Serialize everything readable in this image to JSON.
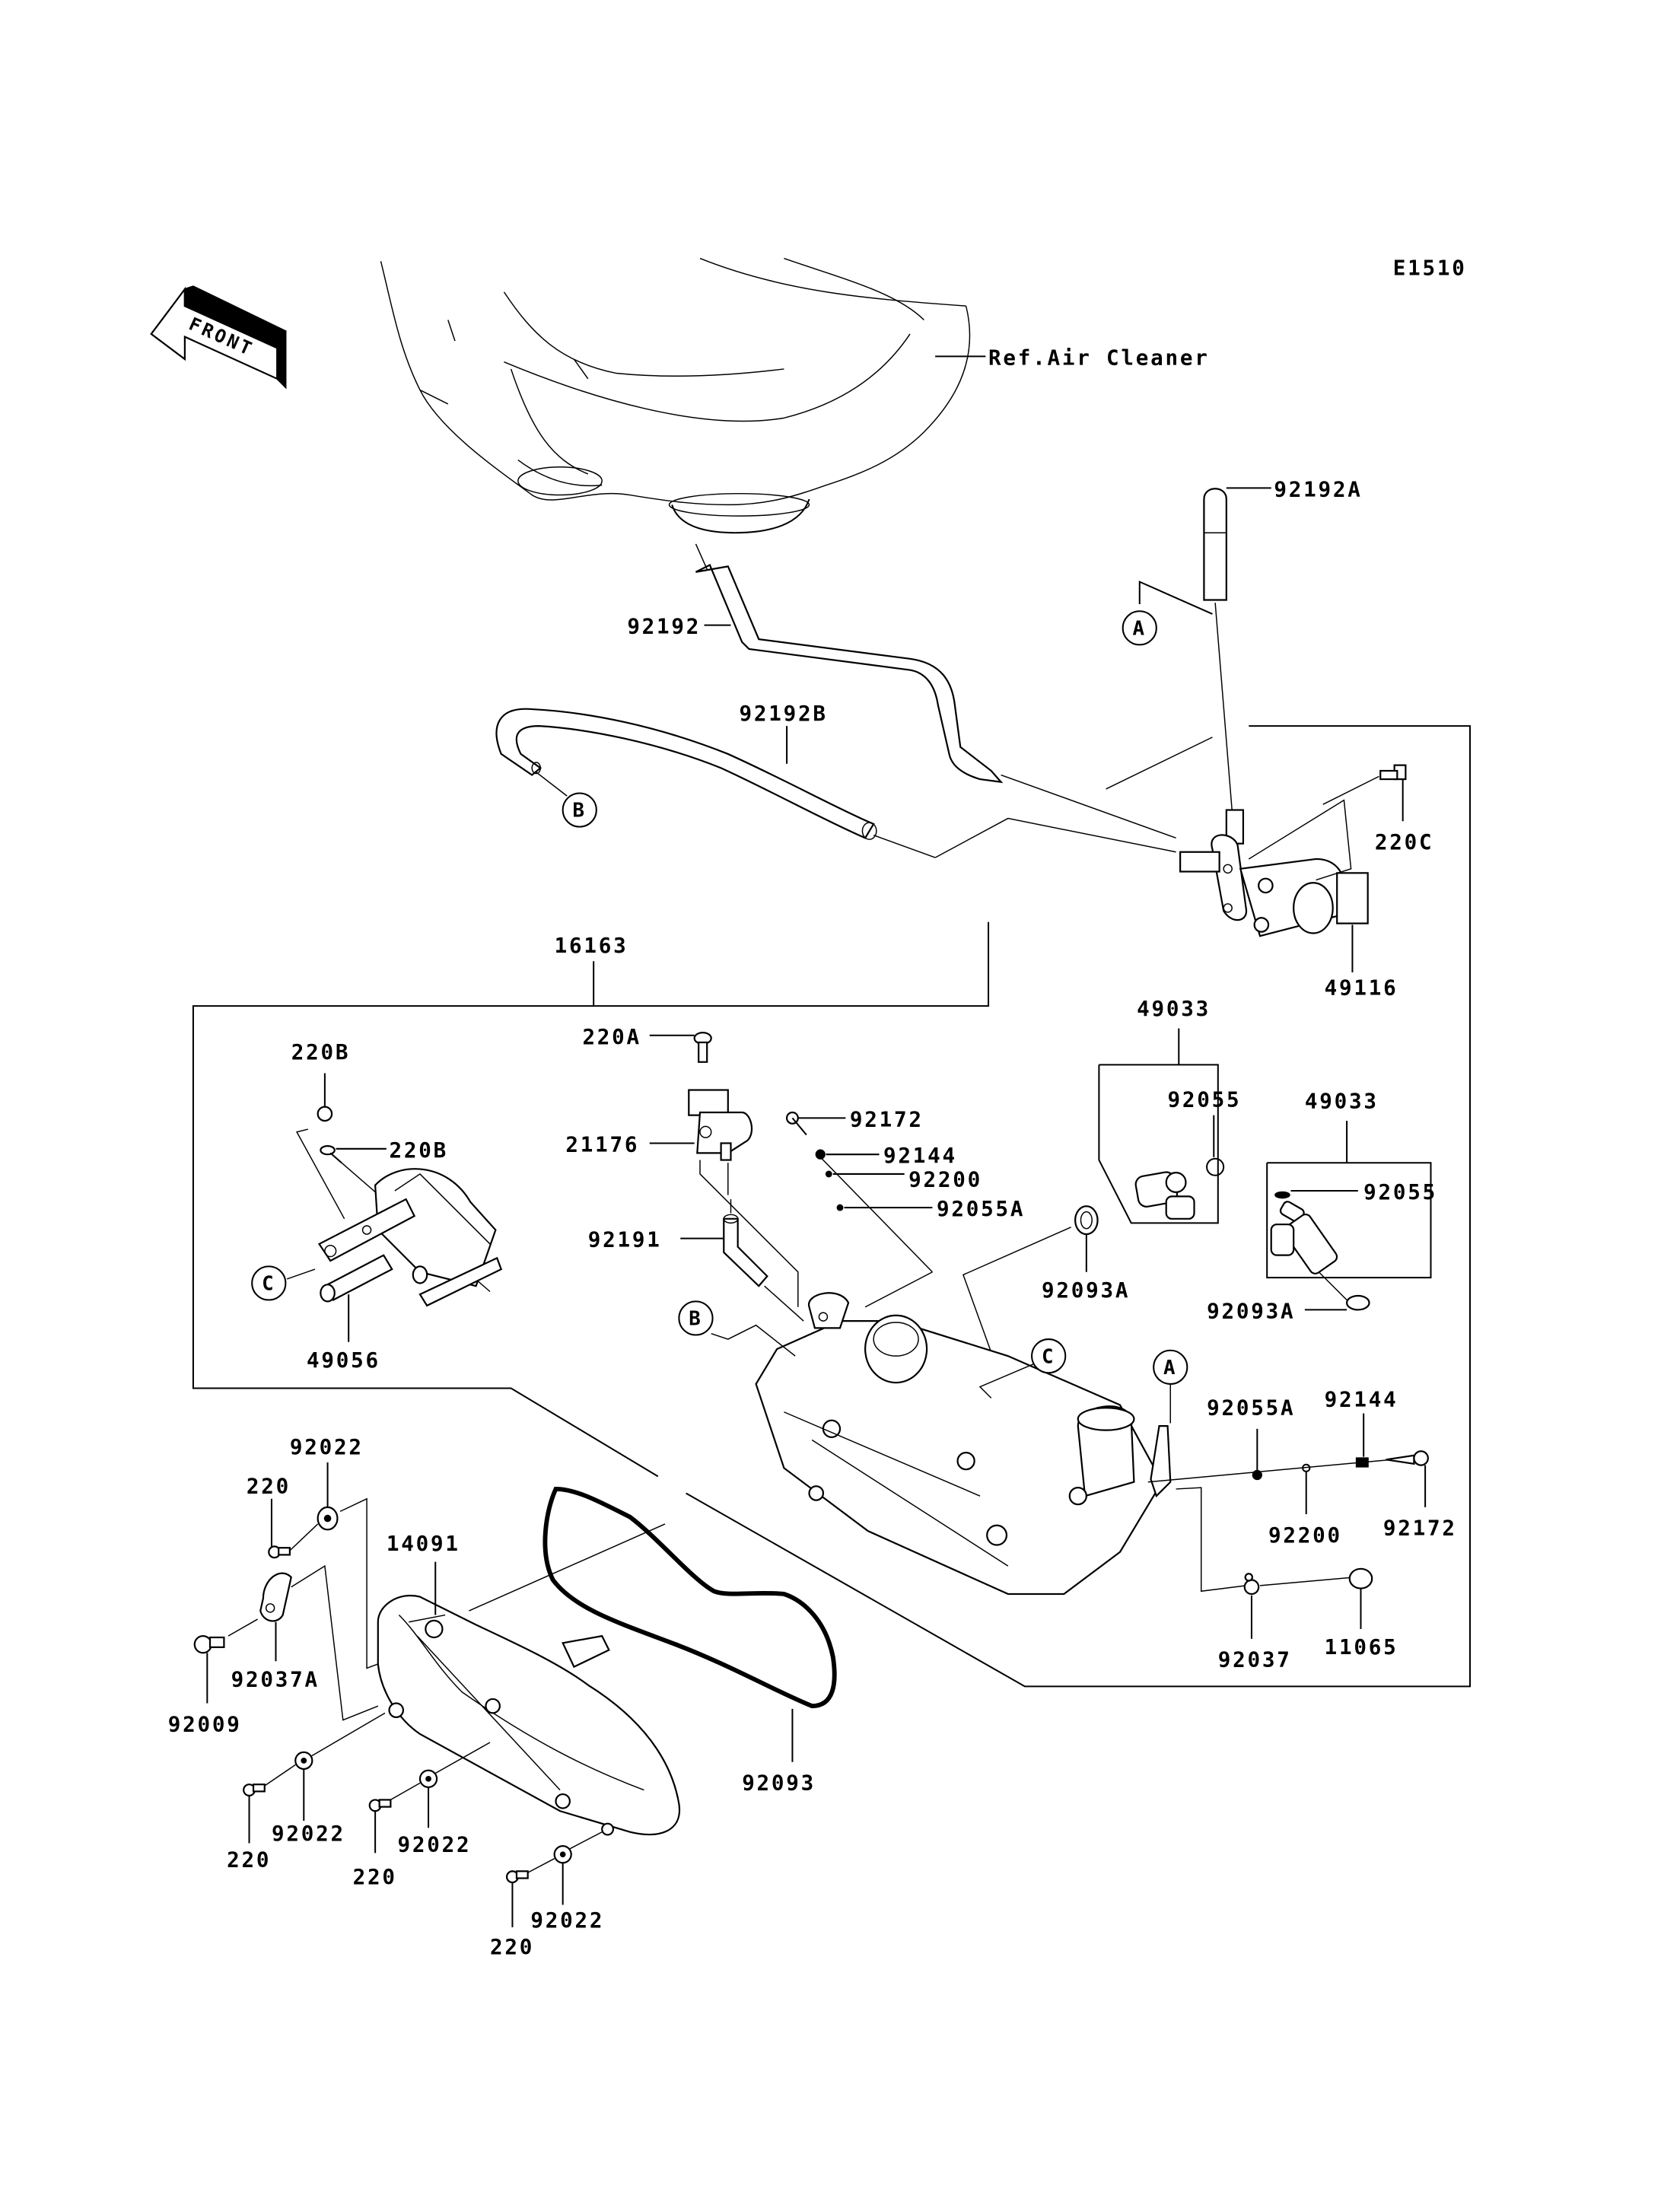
{
  "diagram": {
    "code": "E1510",
    "front_label": "FRONT",
    "reference": "Ref.Air Cleaner",
    "callouts": [
      "A",
      "B",
      "C"
    ],
    "parts": [
      {
        "id": "p-92192A",
        "label": "92192A",
        "desc": "hose"
      },
      {
        "id": "p-92192",
        "label": "92192",
        "desc": "hose"
      },
      {
        "id": "p-92192B",
        "label": "92192B",
        "desc": "hose"
      },
      {
        "id": "p-220C",
        "label": "220C",
        "desc": "screw"
      },
      {
        "id": "p-49116",
        "label": "49116",
        "desc": "idle speed control valve"
      },
      {
        "id": "p-16163",
        "label": "16163",
        "desc": "throttle body assembly"
      },
      {
        "id": "p-220A",
        "label": "220A",
        "desc": "screw"
      },
      {
        "id": "p-21176",
        "label": "21176",
        "desc": "sensor"
      },
      {
        "id": "p-92172-1",
        "label": "92172",
        "desc": "screw"
      },
      {
        "id": "p-92144-1",
        "label": "92144",
        "desc": "spring"
      },
      {
        "id": "p-92200-1",
        "label": "92200",
        "desc": "washer"
      },
      {
        "id": "p-92055A-1",
        "label": "92055A",
        "desc": "o-ring"
      },
      {
        "id": "p-92191",
        "label": "92191",
        "desc": "tube"
      },
      {
        "id": "p-49033-1",
        "label": "49033",
        "desc": "injector"
      },
      {
        "id": "p-92055-1",
        "label": "92055",
        "desc": "o-ring"
      },
      {
        "id": "p-49033-2",
        "label": "49033",
        "desc": "injector"
      },
      {
        "id": "p-92055-2",
        "label": "92055",
        "desc": "o-ring"
      },
      {
        "id": "p-92093A-1",
        "label": "92093A",
        "desc": "seal"
      },
      {
        "id": "p-92093A-2",
        "label": "92093A",
        "desc": "seal"
      },
      {
        "id": "p-220B-1",
        "label": "220B",
        "desc": "screw"
      },
      {
        "id": "p-220B-2",
        "label": "220B",
        "desc": "screw"
      },
      {
        "id": "p-49056",
        "label": "49056",
        "desc": "pipe assembly"
      },
      {
        "id": "p-92055A-2",
        "label": "92055A",
        "desc": "o-ring"
      },
      {
        "id": "p-92144-2",
        "label": "92144",
        "desc": "spring"
      },
      {
        "id": "p-92200-2",
        "label": "92200",
        "desc": "washer"
      },
      {
        "id": "p-92172-2",
        "label": "92172",
        "desc": "screw"
      },
      {
        "id": "p-92037",
        "label": "92037",
        "desc": "clamp"
      },
      {
        "id": "p-11065",
        "label": "11065",
        "desc": "cap"
      },
      {
        "id": "p-92022-1",
        "label": "92022",
        "desc": "washer"
      },
      {
        "id": "p-220-1",
        "label": "220",
        "desc": "screw"
      },
      {
        "id": "p-14091",
        "label": "14091",
        "desc": "cover"
      },
      {
        "id": "p-92037A",
        "label": "92037A",
        "desc": "clamp"
      },
      {
        "id": "p-92009",
        "label": "92009",
        "desc": "screw"
      },
      {
        "id": "p-92093",
        "label": "92093",
        "desc": "gasket"
      },
      {
        "id": "p-92022-2",
        "label": "92022",
        "desc": "washer"
      },
      {
        "id": "p-220-2",
        "label": "220",
        "desc": "screw"
      },
      {
        "id": "p-92022-3",
        "label": "92022",
        "desc": "washer"
      },
      {
        "id": "p-220-3",
        "label": "220",
        "desc": "screw"
      },
      {
        "id": "p-92022-4",
        "label": "92022",
        "desc": "washer"
      },
      {
        "id": "p-220-4",
        "label": "220",
        "desc": "screw"
      }
    ]
  }
}
